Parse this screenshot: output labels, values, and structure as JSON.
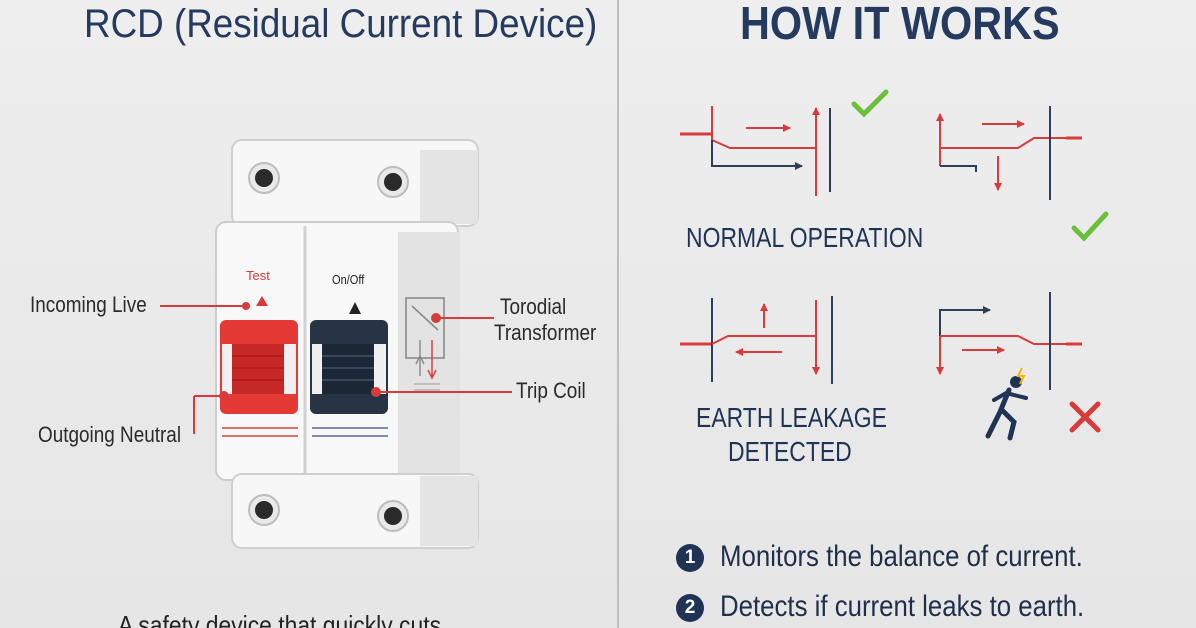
{
  "left_panel": {
    "title": "RCD (Residual Current Device)",
    "labels": {
      "incoming_live": "Incoming Live",
      "outgoing_neutral": "Outgoing Neutral",
      "torodial_transformer_line1": "Torodial",
      "torodial_transformer_line2": "Transformer",
      "trip_coil": "Trip Coil"
    },
    "device": {
      "test_label": "Test",
      "onoff_label": "On/Off",
      "colors": {
        "red": "#e53935",
        "dark": "#263445"
      }
    },
    "footer": "A safety device that quickly cuts"
  },
  "right_panel": {
    "title": "HOW IT WORKS",
    "normal_caption": "NORMAL OPERATION",
    "leakage_caption_line1": "EARTH LEAKAGE",
    "leakage_caption_line2": "DETECTED",
    "steps": [
      {
        "number": "1",
        "text": "Monitors the balance of current."
      },
      {
        "number": "2",
        "text": "Detects if current leaks to earth."
      }
    ],
    "colors": {
      "ok": "#6cbf3a",
      "bad": "#d93a3a",
      "line": "#2d3e5c",
      "current": "#d93a3a"
    }
  }
}
